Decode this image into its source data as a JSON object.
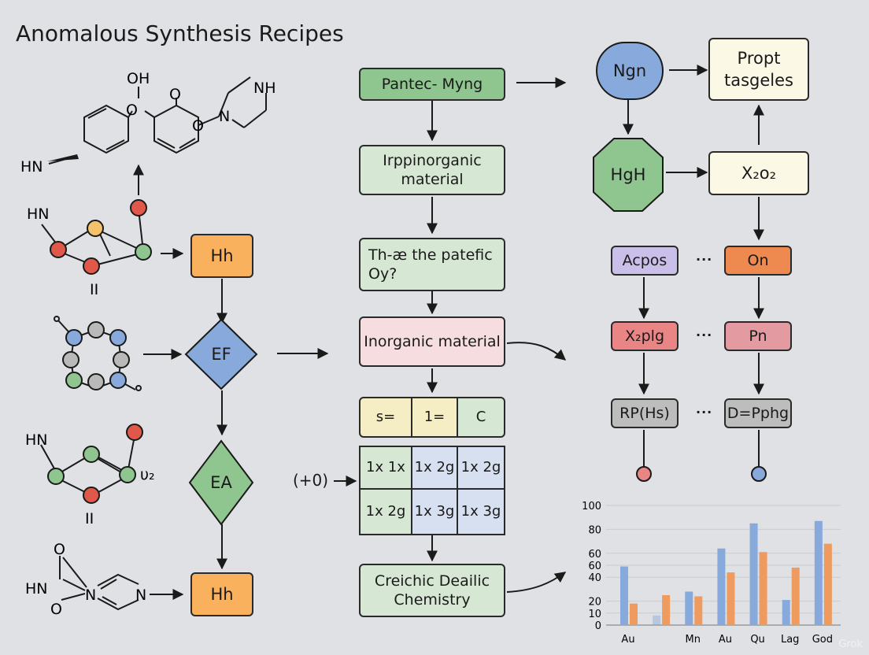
{
  "title": "Anomalous Synthesis Recipes",
  "molecules": {
    "m1": {
      "oh": "OH",
      "o1": "O",
      "o2": "O",
      "o3": "O",
      "n": "N",
      "nh": "NH",
      "hn": "HN"
    },
    "m2": {
      "hn": "HN",
      "two": "II"
    },
    "m3": {},
    "m4": {
      "hn": "HN",
      "nu2": "υ₂",
      "two": "II"
    },
    "m5": {
      "o": "O",
      "hn": "HN",
      "o2": "O",
      "n1": "N",
      "n2": "N"
    }
  },
  "left_flow": {
    "hh1": "Hh",
    "ef": "EF",
    "ea": "EA",
    "hh2": "Hh"
  },
  "center_flow": {
    "pantec": "Pantec- Myng",
    "irppin": "Irppinorganic material",
    "thex": "Th-æ the patefic Oy?",
    "inorganic": "Inorganic material",
    "table_header": [
      "s=",
      "1=",
      "C"
    ],
    "table_rows": [
      [
        "1x 1x",
        "1x 2g",
        "1x 2g"
      ],
      [
        "1x 2g",
        "1x 3g",
        "1x 3g"
      ]
    ],
    "side_label": "(+0)",
    "creichic": "Creichic Deailic Chemistry"
  },
  "right_flow": {
    "ngn": "Ngn",
    "propt": "Propt tasgeles",
    "hgh": "HgH",
    "x2o2": "X₂o₂",
    "acpos": "Acpos",
    "on": "On",
    "x2plg": "X₂plg",
    "pn": "Pn",
    "rphs": "RP(Hs)",
    "dpphg": "D=Pphg",
    "ellipsis": "···"
  },
  "chart_data": {
    "type": "bar",
    "categories": [
      "Au",
      "",
      "Mn",
      "Au",
      "Qu",
      "Lag",
      "God"
    ],
    "series": [
      {
        "values": [
          49,
          8,
          28,
          64,
          85,
          21,
          87
        ],
        "color": "#87a9dc"
      },
      {
        "values": [
          18,
          25,
          24,
          44,
          61,
          48,
          68
        ],
        "color": "#ef9a5f"
      }
    ],
    "yticks": [
      0,
      10,
      20,
      40,
      60,
      60,
      80,
      100
    ],
    "ylim": [
      0,
      100
    ],
    "grid": true
  },
  "watermark": "Grok"
}
